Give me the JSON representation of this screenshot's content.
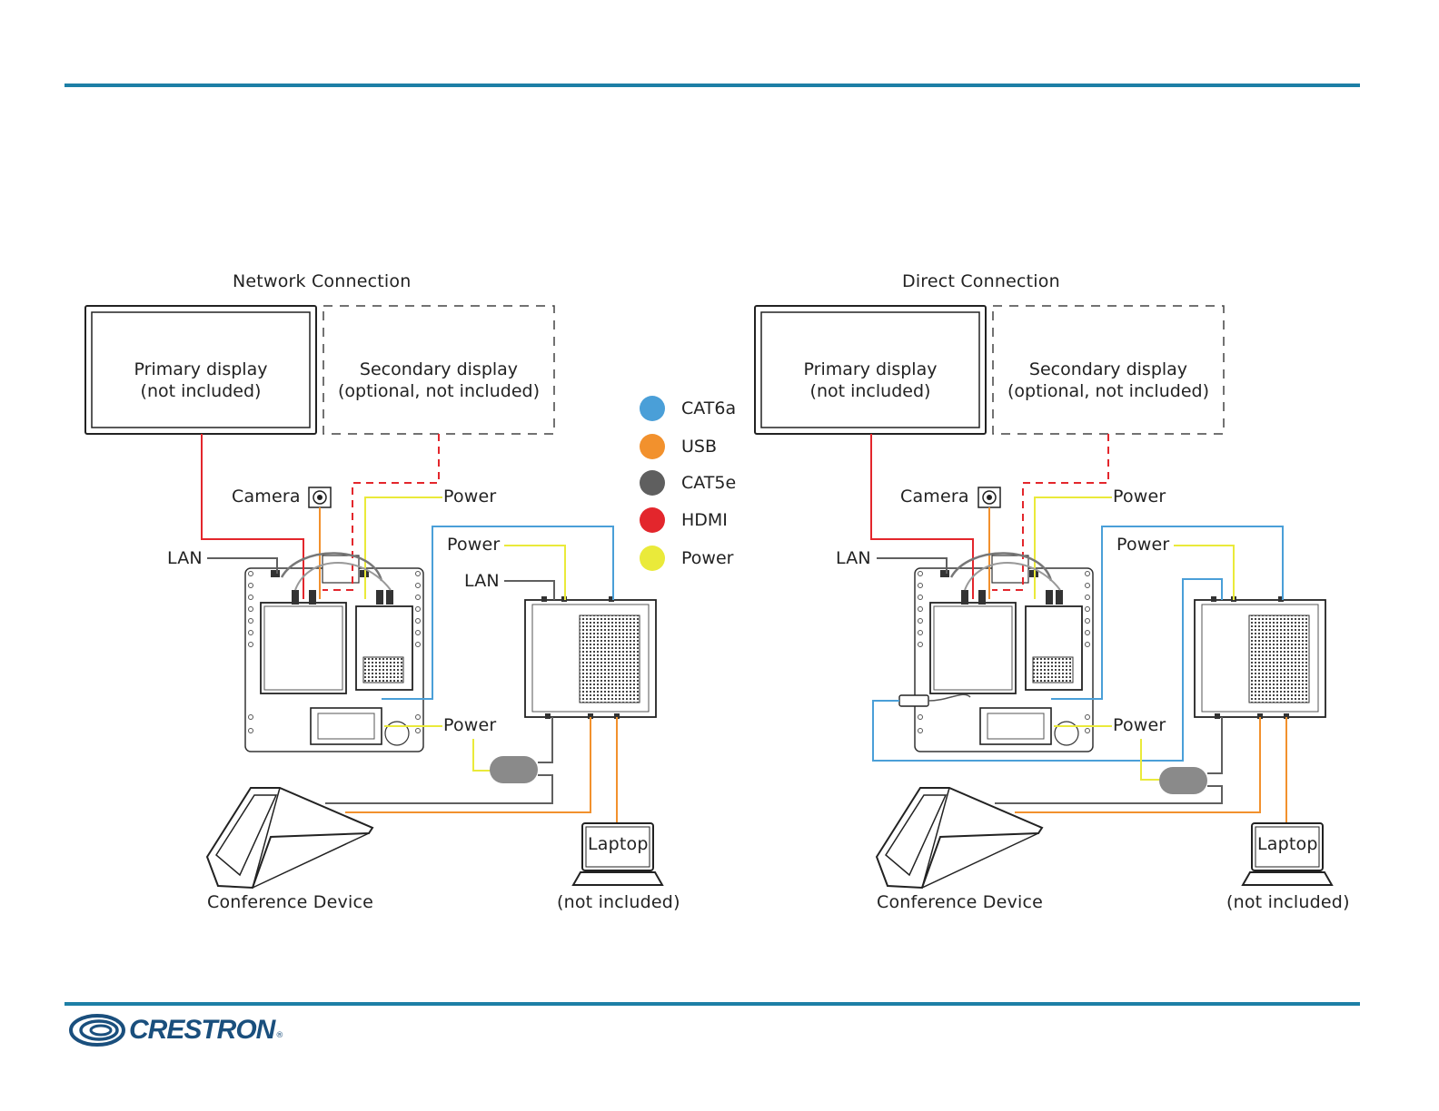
{
  "colors": {
    "accent_rule": "#1d7fa6",
    "cat6a": "#4a9fd8",
    "usb": "#f2912d",
    "cat5e": "#5f5f5f",
    "hdmi": "#e3262c",
    "power": "#eaea3a",
    "brand": "#1a4f7d"
  },
  "legend": [
    {
      "label": "CAT6a",
      "color": "#4a9fd8"
    },
    {
      "label": "USB",
      "color": "#f2912d"
    },
    {
      "label": "CAT5e",
      "color": "#5f5f5f"
    },
    {
      "label": "HDMI",
      "color": "#e3262c"
    },
    {
      "label": "Power",
      "color": "#eaea3a"
    }
  ],
  "network": {
    "title": "Network Connection",
    "primary_display": {
      "line1": "Primary display",
      "line2": "(not included)"
    },
    "secondary_display": {
      "line1": "Secondary display",
      "line2": "(optional, not included)"
    },
    "camera": "Camera",
    "power_top": "Power",
    "lan_left": "LAN",
    "power_mid": "Power",
    "lan_mid": "LAN",
    "power_bottom": "Power",
    "conference_device": "Conference Device",
    "laptop": "Laptop",
    "laptop_note": "(not included)"
  },
  "direct": {
    "title": "Direct Connection",
    "primary_display": {
      "line1": "Primary display",
      "line2": "(not included)"
    },
    "secondary_display": {
      "line1": "Secondary display",
      "line2": "(optional, not included)"
    },
    "camera": "Camera",
    "power_top": "Power",
    "lan_left": "LAN",
    "power_mid": "Power",
    "power_bottom": "Power",
    "conference_device": "Conference Device",
    "laptop": "Laptop",
    "laptop_note": "(not included)"
  },
  "footer": {
    "logo_text": "CRESTRON",
    "logo_mark": "®",
    "logo_icon": "crestron-swirl-icon"
  }
}
